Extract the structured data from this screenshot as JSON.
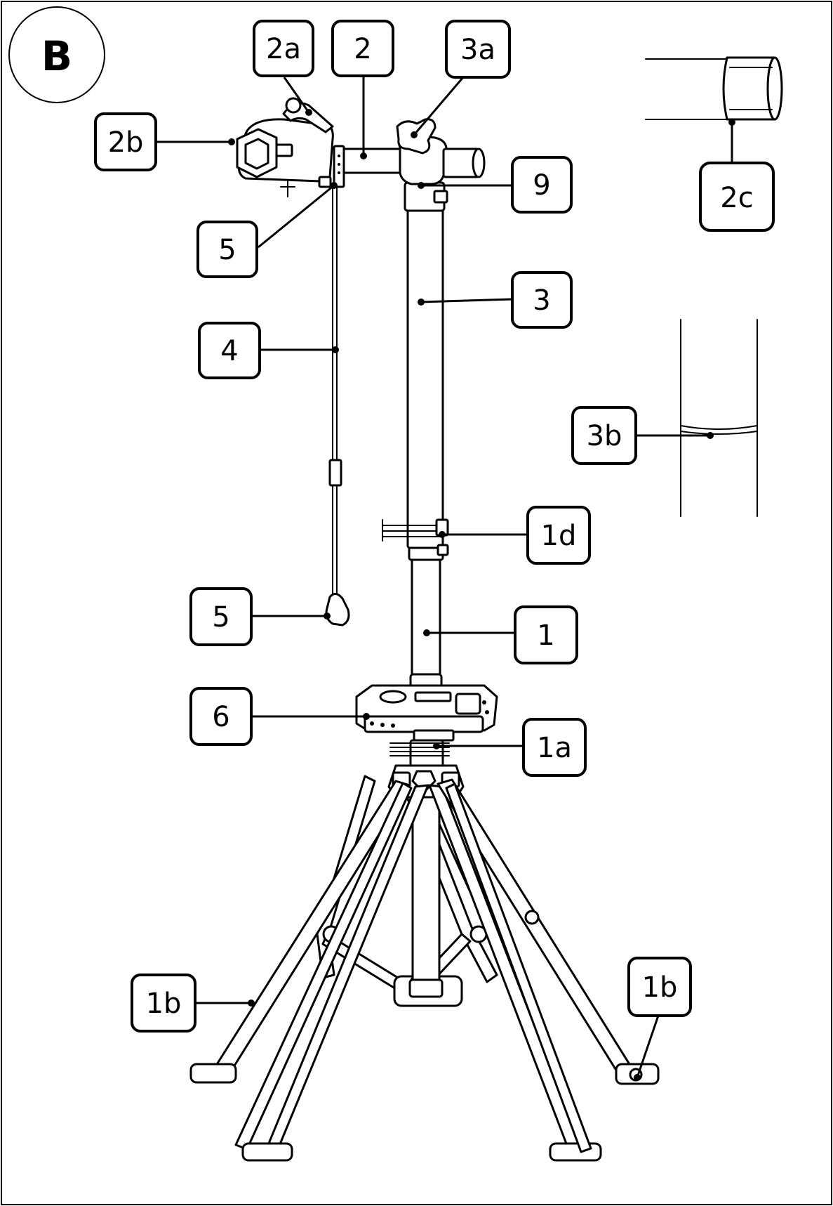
{
  "figure_label": "B",
  "callouts": {
    "label_2a": "2a",
    "label_2": "2",
    "label_3a": "3a",
    "label_2b": "2b",
    "label_9": "9",
    "label_2c": "2c",
    "label_5_top": "5",
    "label_3": "3",
    "label_4": "4",
    "label_3b": "3b",
    "label_1d": "1d",
    "label_5_bottom": "5",
    "label_1": "1",
    "label_6": "6",
    "label_1a": "1a",
    "label_1b_left": "1b",
    "label_1b_right": "1b"
  }
}
